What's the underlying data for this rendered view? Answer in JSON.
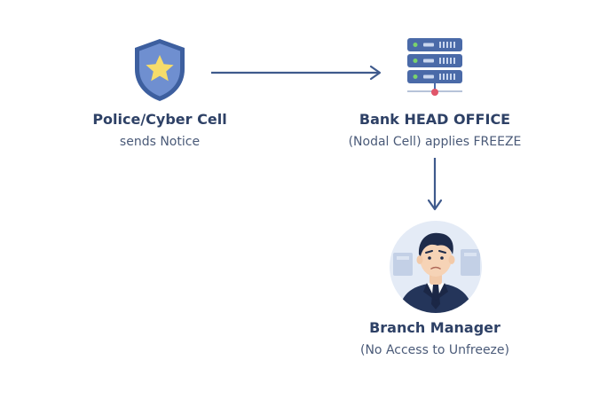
{
  "nodes": {
    "police": {
      "title": "Police/Cyber Cell",
      "subtitle": "sends Notice",
      "icon": "police-badge-icon"
    },
    "head_office": {
      "title": "Bank HEAD OFFICE",
      "subtitle": "(Nodal Cell) applies FREEZE",
      "icon": "server-icon"
    },
    "branch": {
      "title": "Branch Manager",
      "subtitle": "(No Access to Unfreeze)",
      "icon": "branch-manager-avatar"
    }
  },
  "colors": {
    "arrow": "#3f5a8c",
    "badge": "#3d5f9f",
    "badge_light": "#6f8fd0",
    "star": "#f6dc6a",
    "server": "#4a6aa8",
    "server_light": "#c9d6ee",
    "led": "#7ad36b",
    "alert": "#e0566a",
    "title": "#2e4166",
    "subtitle": "#4a5a78"
  }
}
